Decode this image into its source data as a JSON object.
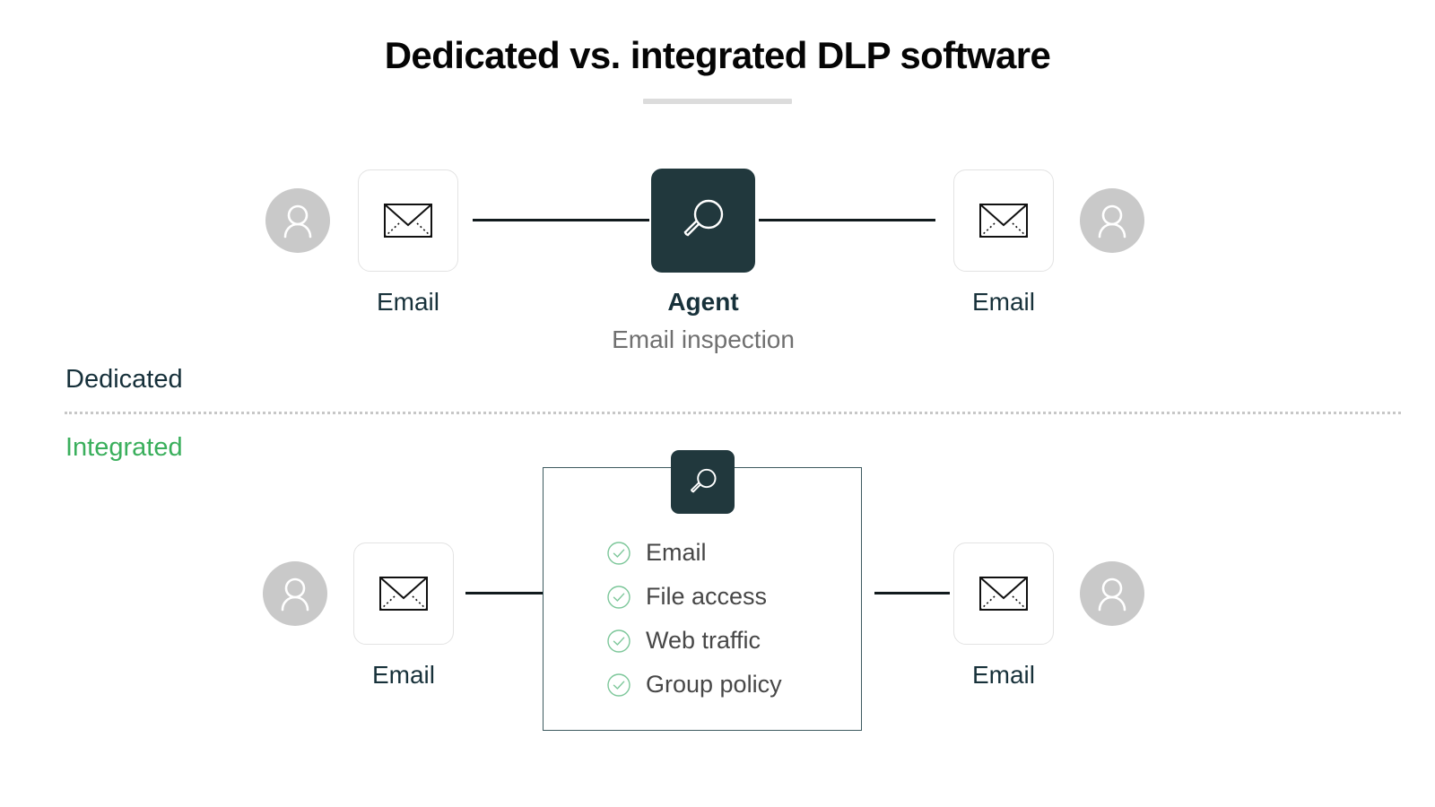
{
  "title": "Dedicated vs. integrated DLP software",
  "sections": {
    "dedicated_label": "Dedicated",
    "integrated_label": "Integrated"
  },
  "colors": {
    "agent_box": "#21383D",
    "integrated_green": "#3AAF5C",
    "check_green": "#7DC79A",
    "avatar_gray": "#C9C9C9",
    "connector": "#111A1D",
    "title_rule": "#DCDCDC",
    "divider": "#C7C7C7",
    "panel_border": "#3D5A5F"
  },
  "dedicated_row": {
    "sender_avatar": "person-avatar-icon",
    "sender_card": {
      "icon": "envelope-icon",
      "caption": "Email"
    },
    "agent": {
      "icon": "magnifier-icon",
      "title": "Agent",
      "subtitle": "Email inspection"
    },
    "recipient_card": {
      "icon": "envelope-icon",
      "caption": "Email"
    },
    "recipient_avatar": "person-avatar-icon"
  },
  "integrated_row": {
    "sender_avatar": "person-avatar-icon",
    "sender_card": {
      "icon": "envelope-icon",
      "caption": "Email"
    },
    "agent": {
      "icon": "magnifier-icon"
    },
    "capabilities": [
      {
        "icon": "check-circle-icon",
        "label": "Email"
      },
      {
        "icon": "check-circle-icon",
        "label": "File access"
      },
      {
        "icon": "check-circle-icon",
        "label": "Web traffic"
      },
      {
        "icon": "check-circle-icon",
        "label": "Group policy"
      }
    ],
    "recipient_card": {
      "icon": "envelope-icon",
      "caption": "Email"
    },
    "recipient_avatar": "person-avatar-icon"
  }
}
